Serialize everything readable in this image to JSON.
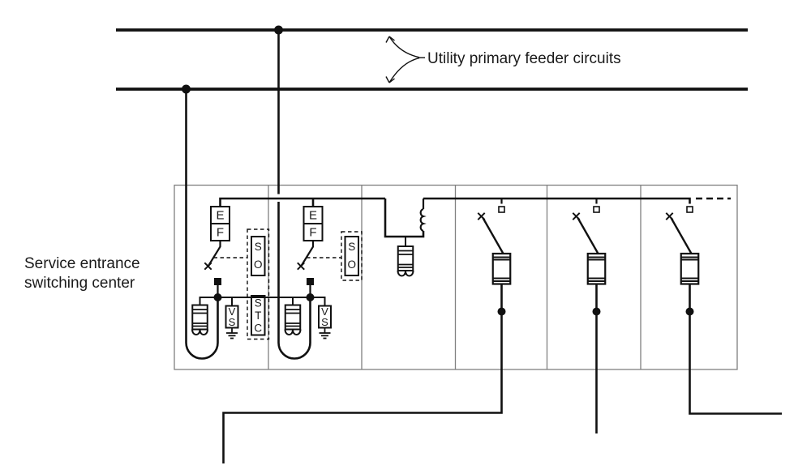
{
  "labels": {
    "utility_feeders": "Utility primary feeder circuits",
    "service_entrance": [
      "Service entrance",
      "switching center"
    ]
  },
  "symbols": {
    "ef": [
      "E",
      "F"
    ],
    "so": [
      "S",
      "O"
    ],
    "stc": [
      "S",
      "T",
      "C"
    ],
    "vs": [
      "V",
      "S"
    ]
  },
  "colors": {
    "line": "#111111",
    "text": "#1a1a1a",
    "enclosure_outline": "#808080",
    "background": "#ffffff"
  }
}
